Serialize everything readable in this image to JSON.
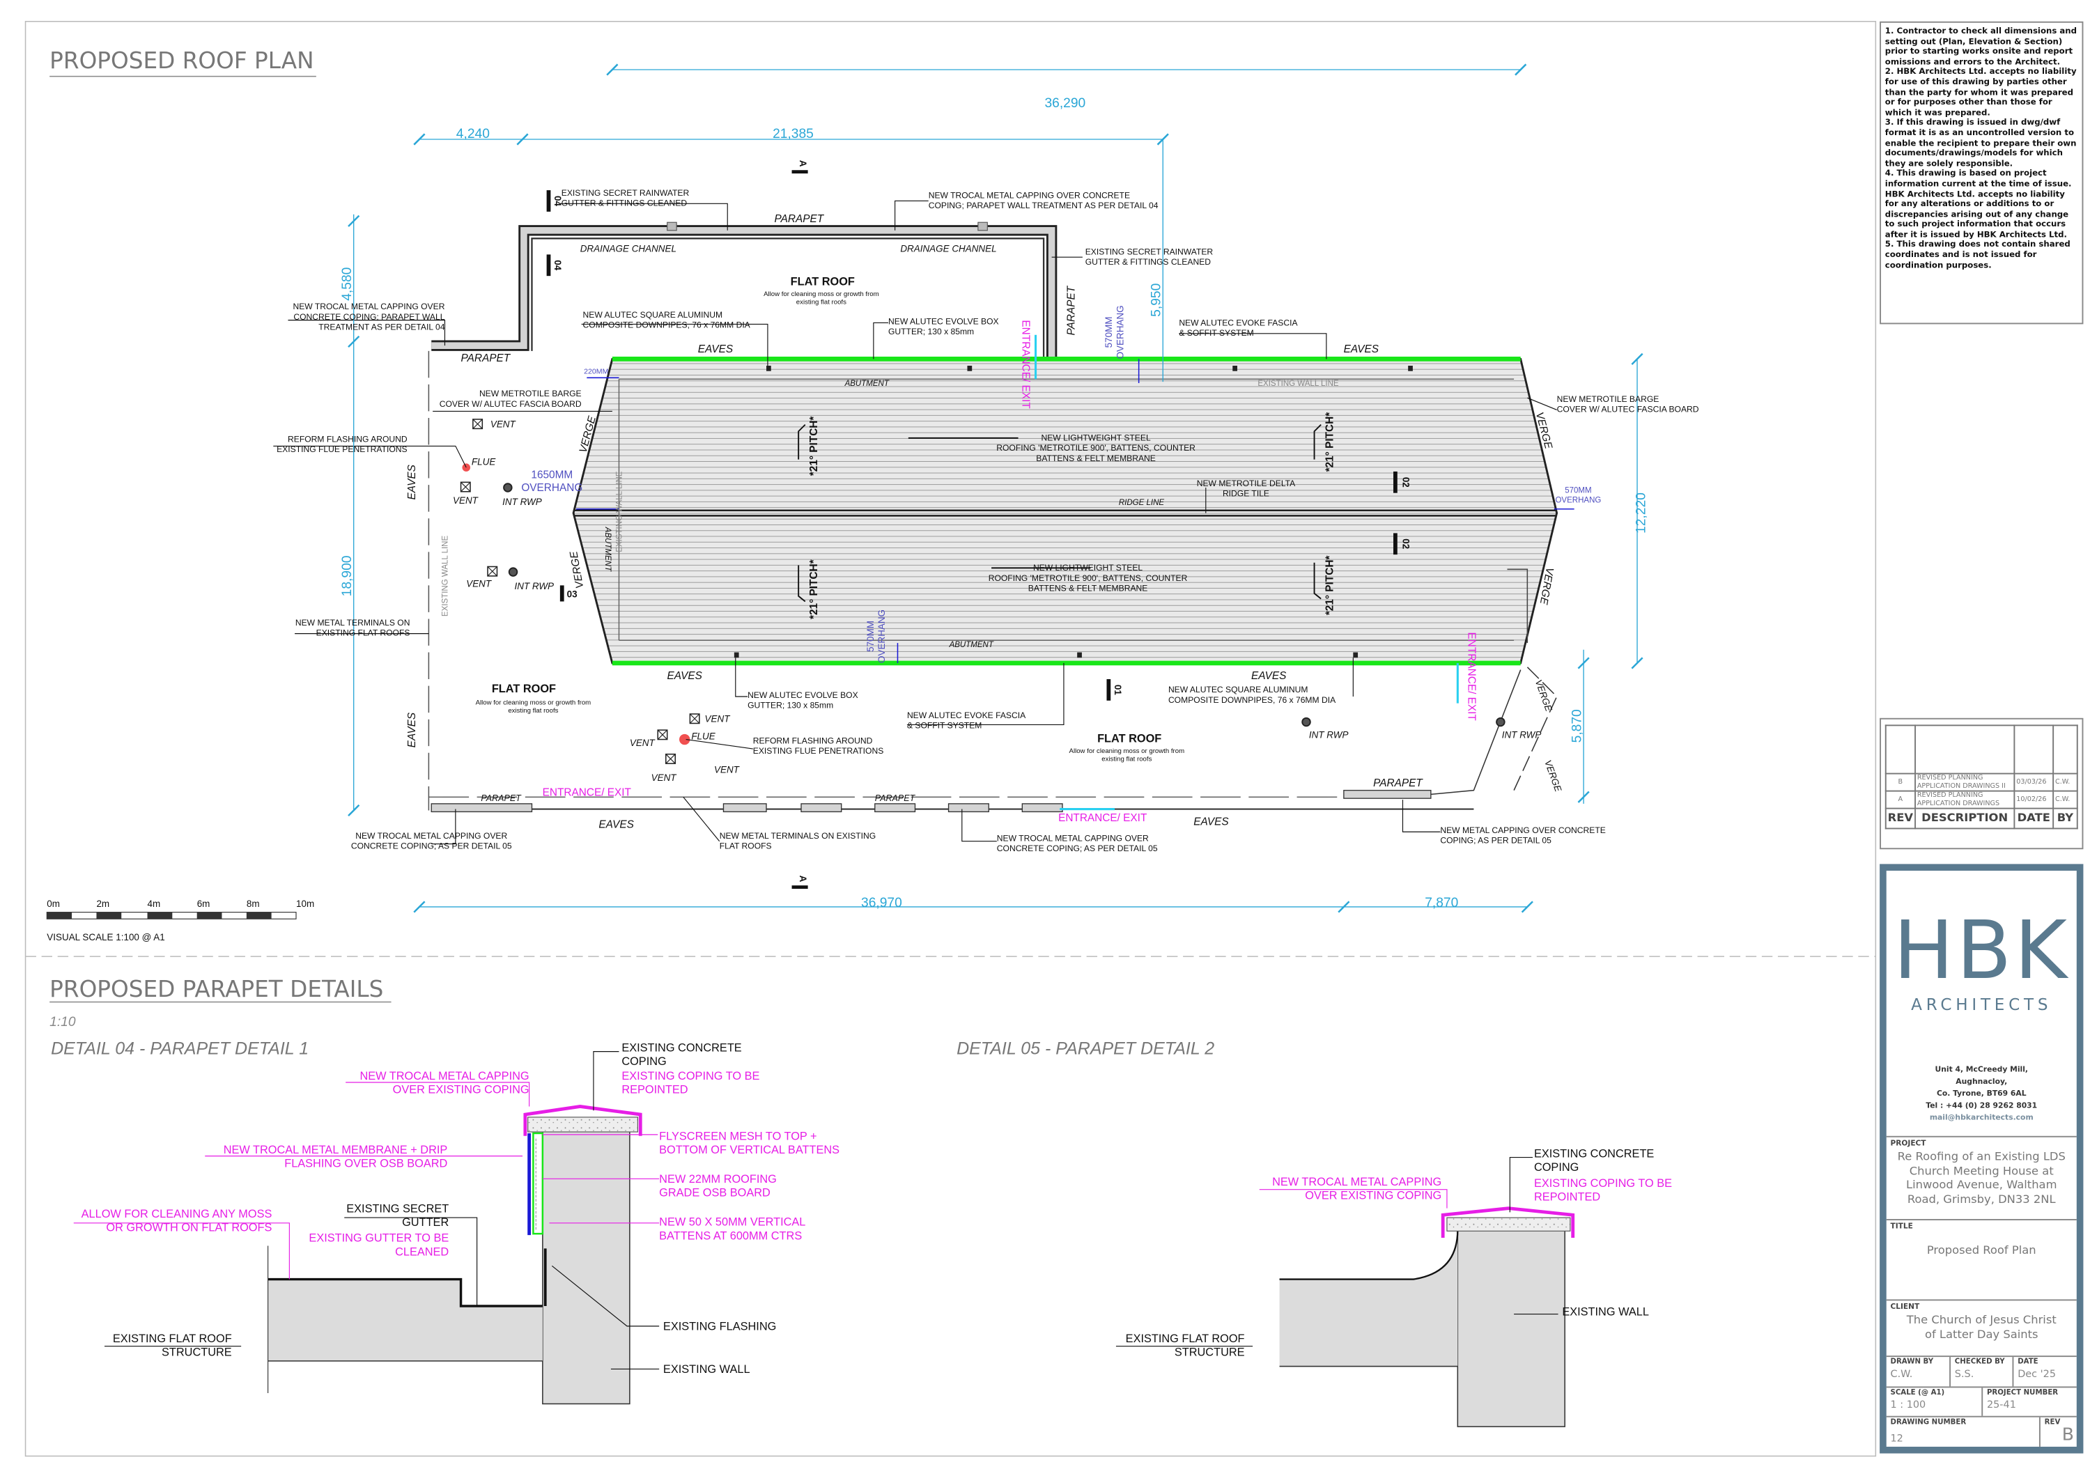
{
  "plan": {
    "title": "PROPOSED ROOF PLAN",
    "dims": {
      "d36290": "36,290",
      "d4240": "4,240",
      "d21385": "21,385",
      "d4580": "4,580",
      "d5950": "5,950",
      "d18900": "18,900",
      "d12220": "12,220",
      "d5870": "5,870",
      "d36970": "36,970",
      "d7870": "7,870"
    },
    "notes": {
      "n1": [
        "EXISTING SECRET RAINWATER",
        "GUTTER & FITTINGS CLEANED"
      ],
      "n2": [
        "NEW TROCAL METAL CAPPING OVER CONCRETE",
        "COPING; PARAPET WALL TREATMENT AS PER DETAIL 04"
      ],
      "n3": [
        "EXISTING SECRET RAINWATER",
        "GUTTER & FITTINGS CLEANED"
      ],
      "n4": [
        "NEW TROCAL METAL CAPPING OVER",
        "CONCRETE COPING; PARAPET WALL",
        "TREATMENT AS PER DETAIL 04"
      ],
      "n5": [
        "NEW ALUTEC SQUARE ALUMINUM",
        "COMPOSITE DOWNPIPES, 76 x 76MM DIA"
      ],
      "n6": [
        "NEW ALUTEC EVOLVE BOX",
        "GUTTER; 130 x 85mm"
      ],
      "n7": [
        "NEW ALUTEC EVOKE FASCIA",
        "&      SOFFIT SYSTEM"
      ],
      "n8": [
        "NEW METROTILE BARGE",
        "COVER W/ ALUTEC FASCIA BOARD"
      ],
      "n9": [
        "NEW METROTILE BARGE",
        "COVER W/ ALUTEC FASCIA BOARD"
      ],
      "n10": [
        "REFORM FLASHING AROUND",
        "EXISTING FLUE PENETRATIONS"
      ],
      "n11": [
        "NEW LIGHTWEIGHT STEEL",
        "ROOFING 'METROTILE 900', BATTENS, COUNTER",
        "BATTENS & FELT MEMBRANE"
      ],
      "n12": [
        "NEW METROTILE DELTA",
        "RIDGE TILE"
      ],
      "n13": [
        "NEW LIGHTWEIGHT STEEL",
        "ROOFING 'METROTILE 900', BATTENS, COUNTER",
        "BATTENS & FELT MEMBRANE"
      ],
      "n14": [
        "NEW METAL TERMINALS ON",
        "EXISTING FLAT ROOFS"
      ],
      "n15": [
        "NEW ALUTEC EVOLVE BOX",
        "GUTTER; 130 x 85mm"
      ],
      "n16": [
        "NEW ALUTEC SQUARE ALUMINUM",
        "COMPOSITE DOWNPIPES, 76 x 76MM DIA"
      ],
      "n17": [
        "NEW ALUTEC EVOKE FASCIA",
        "&      SOFFIT SYSTEM"
      ],
      "n18": [
        "REFORM FLASHING AROUND",
        "EXISTING FLUE PENETRATIONS"
      ],
      "n19": [
        "NEW METAL CAPPING OVER CONCRETE",
        "COPING;  AS PER DETAIL 05"
      ],
      "n20": [
        "NEW TROCAL METAL CAPPING OVER",
        "CONCRETE COPING;  AS PER DETAIL 05"
      ],
      "n21": [
        "NEW METAL TERMINALS ON EXISTING",
        "FLAT ROOFS"
      ],
      "n22": [
        "NEW TROCAL METAL CAPPING OVER",
        "CONCRETE COPING;  AS PER DETAIL 05"
      ]
    },
    "words": {
      "parapet": "PARAPET",
      "drainage": "DRAINAGE CHANNEL",
      "flat_roof": "FLAT ROOF",
      "flat_sub": [
        "Allow for cleaning moss or growth from",
        "existing flat roofs"
      ],
      "eaves": "EAVES",
      "verge": "VERGE",
      "abutment": "ABUTMENT",
      "wall_line": "EXISTING WALL LINE",
      "ridge": "RIDGE LINE",
      "pitch": "*21° PITCH*",
      "entrance": "ENTRANCE/ EXIT",
      "overhang570": [
        "570MM",
        "OVERHANG"
      ],
      "overhang1650": [
        "1650MM",
        "OVERHANG"
      ],
      "mm220": "220MM",
      "vent": "VENT",
      "flue": "FLUE",
      "int_rwp": "INT RWP",
      "tag01": "01",
      "tag02": "02",
      "tag03": "03",
      "tag04": "04",
      "section_a": "A"
    },
    "scale_bar": {
      "ticks": [
        "0m",
        "2m",
        "4m",
        "6m",
        "8m",
        "10m"
      ],
      "caption": "VISUAL SCALE 1:100  @ A1"
    }
  },
  "details": {
    "title": "PROPOSED PARAPET DETAILS",
    "scale": "1:10",
    "d04": {
      "title": "DETAIL 04 - PARAPET DETAIL 1",
      "coping": [
        "EXISTING CONCRETE",
        "COPING"
      ],
      "repoint": [
        "EXISTING COPING TO BE",
        "REPOINTED"
      ],
      "capping": [
        "NEW TROCAL METAL CAPPING",
        "OVER EXISTING COPING"
      ],
      "flyscreen": [
        "FLYSCREEN MESH TO TOP +",
        "BOTTOM OF VERTICAL BATTENS"
      ],
      "membrane": [
        "NEW TROCAL METAL MEMBRANE + DRIP",
        "FLASHING OVER OSB BOARD"
      ],
      "osb": [
        "NEW 22MM ROOFING",
        "GRADE OSB BOARD"
      ],
      "battens": [
        "NEW 50 X 50MM VERTICAL",
        "BATTENS AT 600MM CTRS"
      ],
      "moss": [
        "ALLOW FOR CLEANING ANY MOSS",
        "OR GROWTH ON FLAT ROOFS"
      ],
      "gutter": [
        "EXISTING SECRET",
        "GUTTER"
      ],
      "gutter_clean": [
        "EXISTING GUTTER TO BE",
        "CLEANED"
      ],
      "flashing": "EXISTING FLASHING",
      "flat_struct": [
        "EXISTING FLAT ROOF",
        "STRUCTURE"
      ],
      "wall": "EXISTING WALL"
    },
    "d05": {
      "title": "DETAIL 05 - PARAPET DETAIL 2",
      "coping": [
        "EXISTING CONCRETE",
        "COPING"
      ],
      "repoint": [
        "EXISTING COPING TO BE",
        "REPOINTED"
      ],
      "capping": [
        "NEW TROCAL METAL CAPPING",
        "OVER EXISTING COPING"
      ],
      "wall": "EXISTING WALL",
      "flat_struct": [
        "EXISTING FLAT ROOF",
        "STRUCTURE"
      ]
    }
  },
  "notes": [
    "1. Contractor to check all dimensions and setting out (Plan, Elevation & Section) prior to starting works onsite and report omissions and errors to the Architect.",
    "2. HBK Architects Ltd. accepts no liability for use of this drawing by parties other than the party for whom it was prepared or for purposes other than those for which it was prepared.",
    "3. If this drawing is issued in dwg/dwf format it is as an uncontrolled version to enable the recipient to prepare their own documents/drawings/models for which they are solely responsible.",
    "4. This drawing is based on project information current at the time of issue. HBK Architects Ltd. accepts no liability for any alterations or additions to or discrepancies arising out of any change to such project information that occurs after it is issued by HBK Architects Ltd.",
    "5. This drawing does not contain shared coordinates and is not issued for coordination purposes."
  ],
  "revisions": {
    "headers": {
      "rev": "REV",
      "desc": "DESCRIPTION",
      "date": "DATE",
      "by": "BY"
    },
    "rows": [
      {
        "rev": "B",
        "desc": "REVISED PLANNING APPLICATION DRAWINGS II",
        "date": "03/03/26",
        "by": "C.W."
      },
      {
        "rev": "A",
        "desc": "REVISED PLANNING APPLICATION DRAWINGS",
        "date": "10/02/26",
        "by": "C.W."
      }
    ]
  },
  "title_block": {
    "logo": "HBK",
    "logo_sub": "ARCHITECTS",
    "address": [
      "Unit 4,  McCreedy Mill,",
      "Aughnacloy,",
      "Co. Tyrone, BT69 6AL"
    ],
    "tel": "Tel :  +44 (0) 28 9262 8031",
    "email": "mail@hbkarchitects.com",
    "project_label": "PROJECT",
    "project": "Re Roofing of an Existing LDS Church Meeting House at Linwood Avenue, Waltham Road, Grimsby, DN33 2NL",
    "title_label": "TITLE",
    "title": "Proposed Roof Plan",
    "client_label": "CLIENT",
    "client": "The Church of Jesus Christ of Latter Day Saints",
    "drawn_by_label": "DRAWN BY",
    "drawn_by": "C.W.",
    "checked_by_label": "CHECKED BY",
    "checked_by": "S.S.",
    "date_label": "DATE",
    "date": "Dec '25",
    "scale_label": "SCALE (@ A1)",
    "scale": "1 : 100",
    "project_number_label": "PROJECT NUMBER",
    "project_number": "25-41",
    "drawing_number_label": "DRAWING NUMBER",
    "drawing_number": "12",
    "rev_label": "REV",
    "rev": "B"
  },
  "colors": {
    "dimension": "#2aa6d6",
    "magenta": "#e61ee6",
    "green": "#19e619",
    "brand": "#5a7a8f",
    "blue": "#1a1ad6"
  }
}
